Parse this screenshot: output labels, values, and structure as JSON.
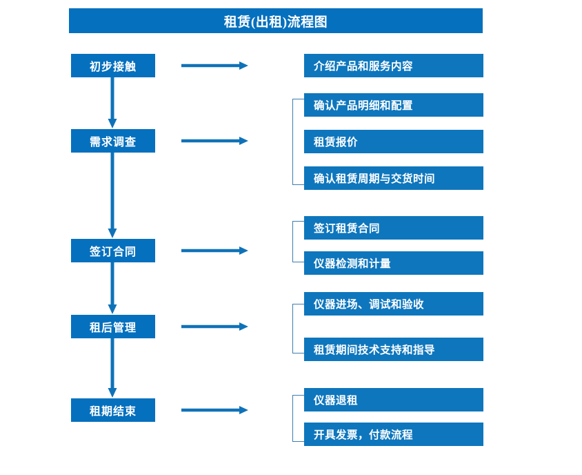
{
  "diagram": {
    "title": "租赁(出租)流程图",
    "colors": {
      "stage_fill": "#0570BE",
      "detail_fill": "#0E76BD",
      "arrow": "#0F72B8",
      "bracket": "#3E7BB0",
      "text": "#FFFFFF",
      "background": "#FFFFFF"
    },
    "stages": [
      {
        "label": "初步接触"
      },
      {
        "label": "需求调查"
      },
      {
        "label": "签订合同"
      },
      {
        "label": "租后管理"
      },
      {
        "label": "租期结束"
      }
    ],
    "details": [
      {
        "label": "介绍产品和服务内容"
      },
      {
        "label": "确认产品明细和配置"
      },
      {
        "label": "租赁报价"
      },
      {
        "label": "确认租赁周期与交货时间"
      },
      {
        "label": "签订租赁合同"
      },
      {
        "label": "仪器检测和计量"
      },
      {
        "label": "仪器进场、调试和验收"
      },
      {
        "label": "租赁期间技术支持和指导"
      },
      {
        "label": "仪器退租"
      },
      {
        "label": "开具发票，付款流程"
      }
    ]
  }
}
